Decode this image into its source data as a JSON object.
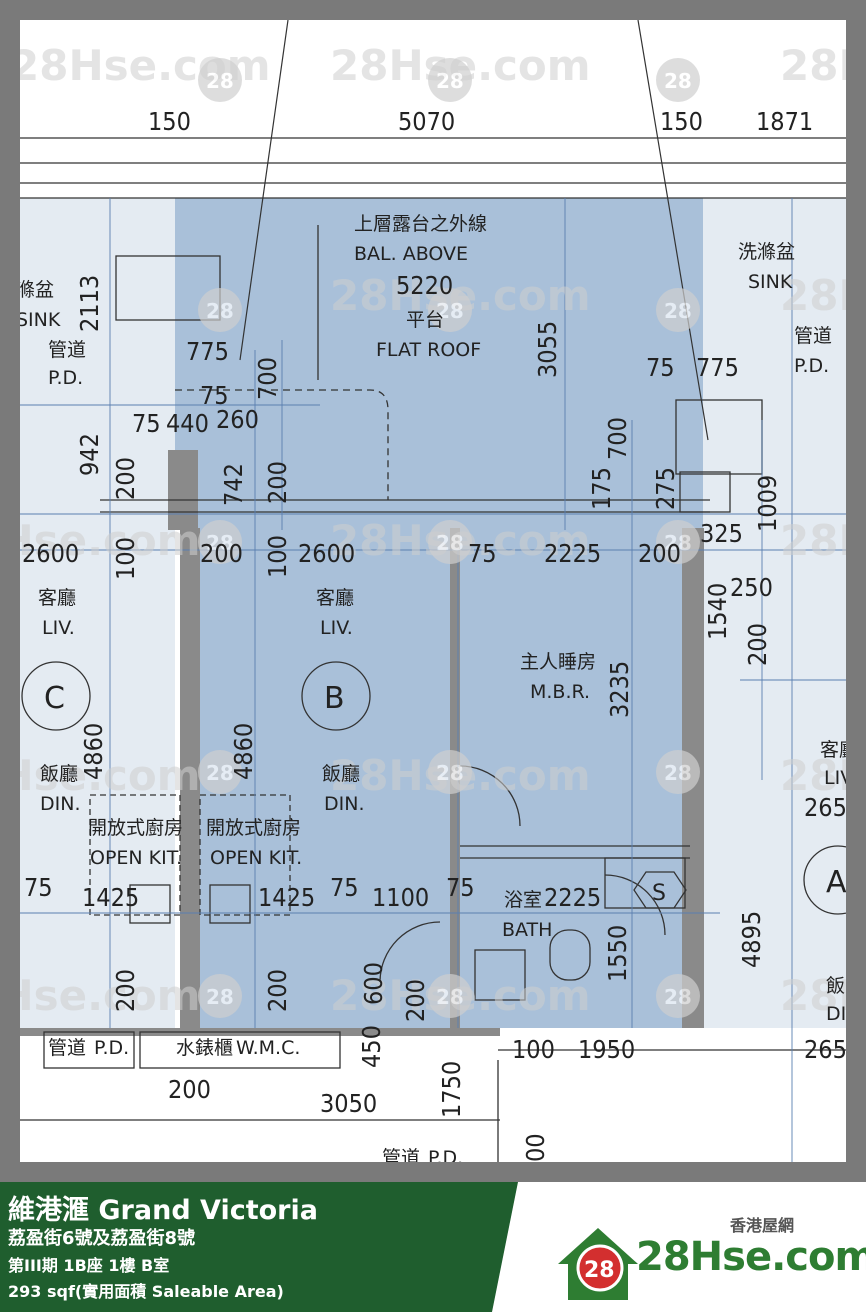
{
  "plan": {
    "dimensions_top": [
      "150",
      "5070",
      "150",
      "1871"
    ],
    "dimensions": [
      "2113",
      "775",
      "700",
      "75",
      "75",
      "440",
      "260",
      "942",
      "200",
      "742",
      "200",
      "5220",
      "3055",
      "75",
      "775",
      "700",
      "175",
      "275",
      "1009",
      "325",
      "250",
      "1540",
      "200",
      "100",
      "2600",
      "200",
      "100",
      "2600",
      "75",
      "2225",
      "200",
      "3235",
      "4860",
      "4860",
      "75",
      "1425",
      "1425",
      "75",
      "1100",
      "75",
      "2225",
      "1550",
      "200",
      "200",
      "600",
      "450",
      "200",
      "1750",
      "3050",
      "200",
      "100",
      "1950",
      "4895",
      "265",
      "265",
      "00"
    ],
    "rooms": [
      {
        "cn": "上層露台之外線",
        "en": "BAL. ABOVE"
      },
      {
        "cn": "平台",
        "en": "FLAT ROOF"
      },
      {
        "cn": "洗滌盆",
        "en": "SINK"
      },
      {
        "cn": "管道",
        "en": "P.D."
      },
      {
        "cn": "滌盆",
        "en": "SINK"
      },
      {
        "cn": "管道",
        "en": "P.D."
      },
      {
        "cn": "客廳",
        "en": "LIV."
      },
      {
        "cn": "客廳",
        "en": "LIV."
      },
      {
        "cn": "主人睡房",
        "en": "M.B.R."
      },
      {
        "cn": "飯廳",
        "en": "DIN."
      },
      {
        "cn": "飯廳",
        "en": "DIN."
      },
      {
        "cn": "開放式廚房",
        "en": "OPEN KIT."
      },
      {
        "cn": "開放式廚房",
        "en": "OPEN KIT."
      },
      {
        "cn": "浴室",
        "en": "BATH"
      },
      {
        "cn": "管道",
        "en": "P.D."
      },
      {
        "cn": "水錶櫃",
        "en": "W.M.C."
      },
      {
        "cn": "客廳",
        "en": "LIV"
      },
      {
        "cn": "飯",
        "en": "DI"
      },
      {
        "cn": "管道",
        "en": "P.D."
      }
    ],
    "unit_marks": [
      "C",
      "B",
      "A",
      "S"
    ],
    "watermark": "28Hse.com",
    "watermark_badge": "28"
  },
  "footer": {
    "title": "維港滙 Grand Victoria",
    "address": "荔盈街6號及荔盈街8號",
    "unit": "第III期 1B座 1樓 B室",
    "area": "293 sqf(實用面積 Saleable Area)",
    "brand_sub": "香港屋網",
    "brand_name": "28Hse.com",
    "brand_badge": "28"
  },
  "colors": {
    "highlight": "#a9c0d9",
    "footer_green": "#1f5e2e",
    "brand_green": "#2e7d32",
    "brand_red": "#d32f2f"
  }
}
